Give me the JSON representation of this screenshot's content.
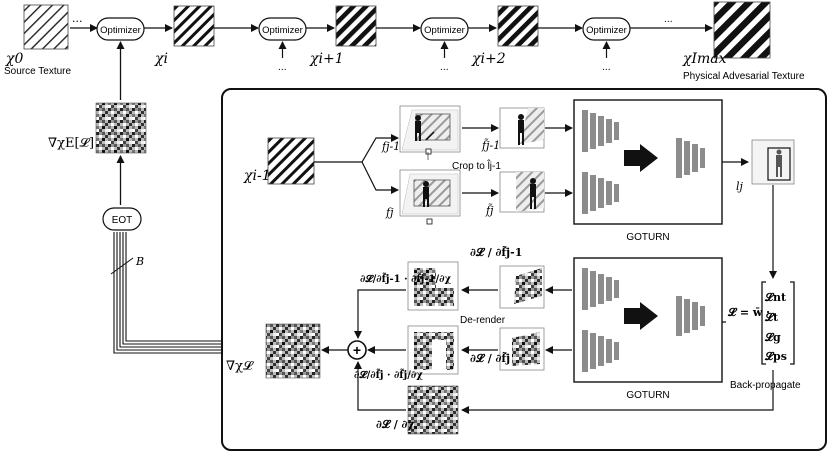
{
  "top_row": {
    "textures": [
      "χ0",
      "χi",
      "χi+1",
      "χi+2",
      "χImax"
    ],
    "source_caption": "Source Texture",
    "final_caption": "Physical Advesarial Texture",
    "optimizer_label": "Optimizer",
    "ellipsis": "..."
  },
  "left": {
    "grad_expectation": "∇χE[𝓛]",
    "eot_label": "EOT",
    "batch_label": "B"
  },
  "panel": {
    "texture_input": "χi-1",
    "frame_prev": "fj-1",
    "frame_cur": "fj",
    "rendered_prev": "f̃j-1",
    "rendered_cur": "f̃j",
    "crop_label": "Crop to l̂j-1",
    "goturn_top": "GOTURN",
    "goturn_bottom": "GOTURN",
    "output_label": "lj",
    "loss_eq": "𝓛 = w̄ ·",
    "loss_terms": [
      "𝓛nt",
      "𝓛t",
      "𝓛g",
      "𝓛ps"
    ],
    "backprop_label": "Back-propagate",
    "derender_label": "De-render",
    "dL_df_prev": "∂𝓛 / ∂f̃j-1",
    "dL_df_cur": "∂𝓛 / ∂f̃j",
    "chain_prev": "∂𝓛/∂f̃j-1 · ∂f̃j-1/∂χ",
    "chain_cur": "∂𝓛/∂f̃j · ∂f̃j/∂χ",
    "dL_dchi": "∂𝓛 / ∂χ",
    "grad_chi": "∇χ𝓛",
    "sum_symbol": "+"
  },
  "colors": {
    "stroke": "#111111",
    "gray_net": "#8c8c8c",
    "panel_border": "#111111"
  }
}
